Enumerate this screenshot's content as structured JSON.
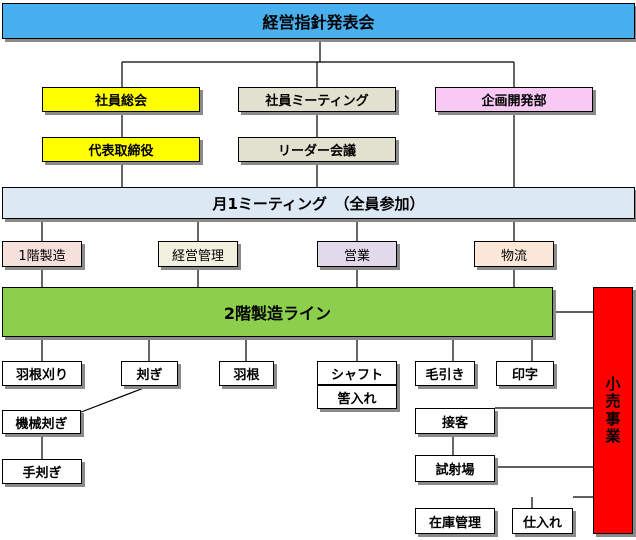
{
  "colors": {
    "blue_top": "#49b0f0",
    "pale_blue": "#dce8f4",
    "yellow": "#ffff00",
    "tan": "#e2e0ce",
    "pink": "#fac8f5",
    "pale_pink": "#f5e0dc",
    "cream": "#f2f1e0",
    "lavender": "#e2daea",
    "peach": "#fbe8d8",
    "green": "#8ccf4d",
    "white": "#ffffff",
    "red": "#ff0000"
  },
  "nodes": {
    "top": "経営指針発表会",
    "shain_sokai": "社員総会",
    "shain_meeting": "社員ミーティング",
    "kikaku": "企画開発部",
    "daihyo": "代表取締役",
    "leader": "リーダー会議",
    "monthly": "月1ミーティング　（全員参加）",
    "floor1": "1階製造",
    "keiei_kanri": "経営管理",
    "eigyo": "営業",
    "butsuryu": "物流",
    "line2": "2階製造ライン",
    "hanekari": "羽根刈り",
    "togi": "刔ぎ",
    "hane": "羽根",
    "shaft": "シャフト",
    "hazu": "筈入れ",
    "kehiki": "毛引き",
    "inji": "印字",
    "kikai_togi": "機械刔ぎ",
    "te_togi": "手刔ぎ",
    "retail": "小売事業",
    "sekkyaku": "接客",
    "shajo": "試射場",
    "zaiko": "在庫管理",
    "shiire": "仕入れ"
  }
}
